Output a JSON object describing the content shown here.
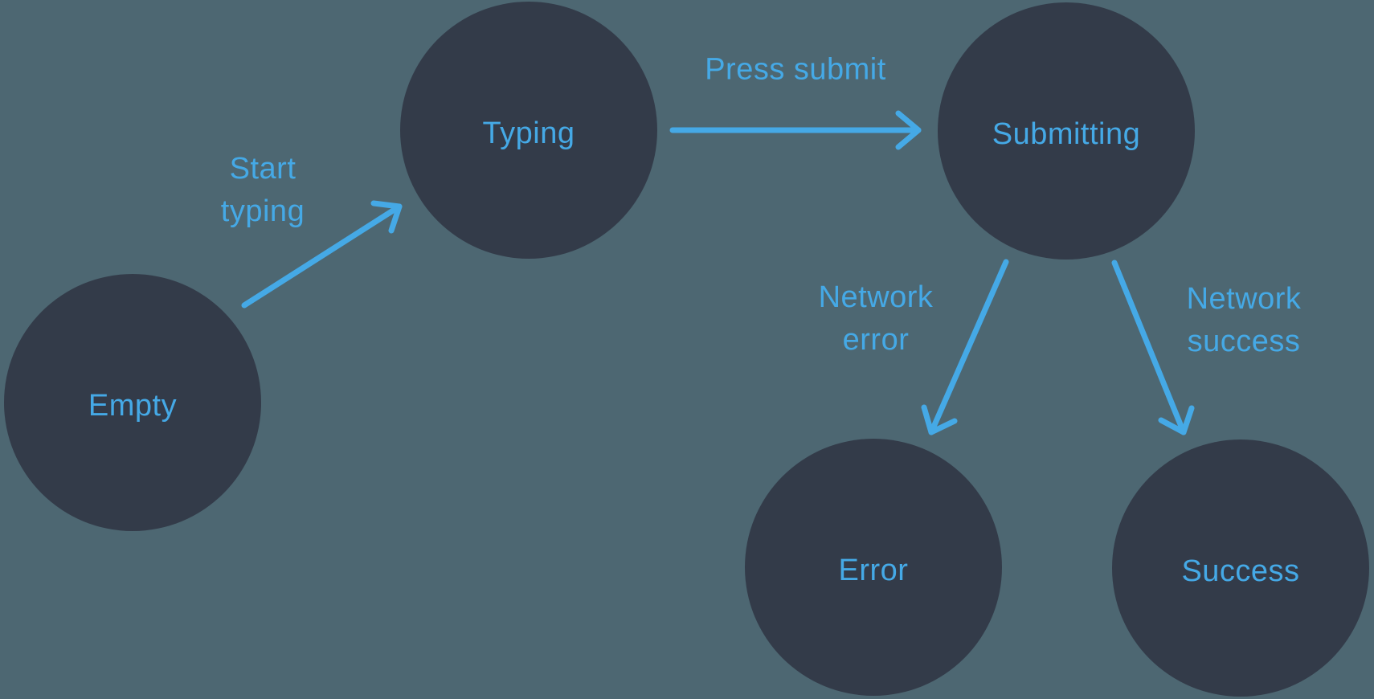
{
  "diagram": {
    "type": "state-machine",
    "colors": {
      "background": "#4d6772",
      "node_fill": "#333b49",
      "accent": "#45a9e6"
    },
    "nodes": [
      {
        "id": "empty",
        "label": "Empty"
      },
      {
        "id": "typing",
        "label": "Typing"
      },
      {
        "id": "submitting",
        "label": "Submitting"
      },
      {
        "id": "error",
        "label": "Error"
      },
      {
        "id": "success",
        "label": "Success"
      }
    ],
    "edges": [
      {
        "id": "start-typing",
        "from": "empty",
        "to": "typing",
        "label": "Start\ntyping"
      },
      {
        "id": "press-submit",
        "from": "typing",
        "to": "submitting",
        "label": "Press submit"
      },
      {
        "id": "network-error",
        "from": "submitting",
        "to": "error",
        "label": "Network\nerror"
      },
      {
        "id": "network-success",
        "from": "submitting",
        "to": "success",
        "label": "Network\nsuccess"
      }
    ]
  }
}
